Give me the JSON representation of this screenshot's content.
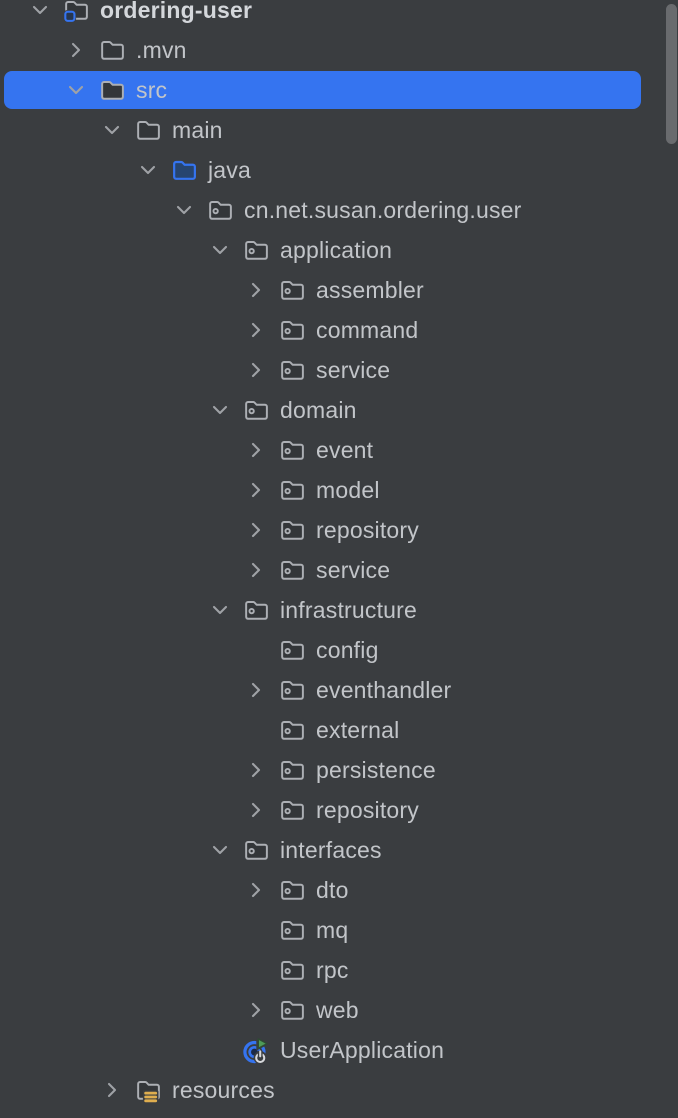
{
  "window": {
    "type": "ide-project-tree-panel"
  },
  "theme": {
    "background": "#3A3D40",
    "selection": "#3574F0",
    "text": "#C2C5C9",
    "text_bold": "#D4D7DB",
    "icon_grey": "#ACAFB4",
    "icon_fill": "#333639",
    "chevron_grey": "#9FA2A6",
    "accent_blue": "#3574F0",
    "sources_root_fill": "#27456F",
    "project_badge_fill": "#27364E",
    "resources_yellow": "#DFAE4F",
    "run_green": "#4E9B57",
    "run_green_border": "#2F4A33",
    "power_glyph": "#D7D9DC",
    "inner_ring_fill": "#1C2A47",
    "scrollbar": "#696B6E"
  },
  "tree": {
    "rows": [
      {
        "label": "ordering-user",
        "level": 0,
        "chevron": "down",
        "icon": "project-folder",
        "bold": true,
        "selected": false
      },
      {
        "label": ".mvn",
        "level": 1,
        "chevron": "right",
        "icon": "folder",
        "bold": false,
        "selected": false
      },
      {
        "label": "src",
        "level": 1,
        "chevron": "down",
        "icon": "folder",
        "bold": false,
        "selected": true
      },
      {
        "label": "main",
        "level": 2,
        "chevron": "down",
        "icon": "folder",
        "bold": false,
        "selected": false
      },
      {
        "label": "java",
        "level": 3,
        "chevron": "down",
        "icon": "sources-root",
        "bold": false,
        "selected": false
      },
      {
        "label": "cn.net.susan.ordering.user",
        "level": 4,
        "chevron": "down",
        "icon": "package",
        "bold": false,
        "selected": false
      },
      {
        "label": "application",
        "level": 5,
        "chevron": "down",
        "icon": "package",
        "bold": false,
        "selected": false
      },
      {
        "label": "assembler",
        "level": 6,
        "chevron": "right",
        "icon": "package",
        "bold": false,
        "selected": false
      },
      {
        "label": "command",
        "level": 6,
        "chevron": "right",
        "icon": "package",
        "bold": false,
        "selected": false
      },
      {
        "label": "service",
        "level": 6,
        "chevron": "right",
        "icon": "package",
        "bold": false,
        "selected": false
      },
      {
        "label": "domain",
        "level": 5,
        "chevron": "down",
        "icon": "package",
        "bold": false,
        "selected": false
      },
      {
        "label": "event",
        "level": 6,
        "chevron": "right",
        "icon": "package",
        "bold": false,
        "selected": false
      },
      {
        "label": "model",
        "level": 6,
        "chevron": "right",
        "icon": "package",
        "bold": false,
        "selected": false
      },
      {
        "label": "repository",
        "level": 6,
        "chevron": "right",
        "icon": "package",
        "bold": false,
        "selected": false
      },
      {
        "label": "service",
        "level": 6,
        "chevron": "right",
        "icon": "package",
        "bold": false,
        "selected": false
      },
      {
        "label": "infrastructure",
        "level": 5,
        "chevron": "down",
        "icon": "package",
        "bold": false,
        "selected": false
      },
      {
        "label": "config",
        "level": 6,
        "chevron": "none",
        "icon": "package",
        "bold": false,
        "selected": false
      },
      {
        "label": "eventhandler",
        "level": 6,
        "chevron": "right",
        "icon": "package",
        "bold": false,
        "selected": false
      },
      {
        "label": "external",
        "level": 6,
        "chevron": "none",
        "icon": "package",
        "bold": false,
        "selected": false
      },
      {
        "label": "persistence",
        "level": 6,
        "chevron": "right",
        "icon": "package",
        "bold": false,
        "selected": false
      },
      {
        "label": "repository",
        "level": 6,
        "chevron": "right",
        "icon": "package",
        "bold": false,
        "selected": false
      },
      {
        "label": "interfaces",
        "level": 5,
        "chevron": "down",
        "icon": "package",
        "bold": false,
        "selected": false
      },
      {
        "label": "dto",
        "level": 6,
        "chevron": "right",
        "icon": "package",
        "bold": false,
        "selected": false
      },
      {
        "label": "mq",
        "level": 6,
        "chevron": "none",
        "icon": "package",
        "bold": false,
        "selected": false
      },
      {
        "label": "rpc",
        "level": 6,
        "chevron": "none",
        "icon": "package",
        "bold": false,
        "selected": false
      },
      {
        "label": "web",
        "level": 6,
        "chevron": "right",
        "icon": "package",
        "bold": false,
        "selected": false
      },
      {
        "label": "UserApplication",
        "level": 5,
        "chevron": "none",
        "icon": "application-class",
        "bold": false,
        "selected": false
      },
      {
        "label": "resources",
        "level": 2,
        "chevron": "right",
        "icon": "resources-root",
        "bold": false,
        "selected": false
      }
    ]
  },
  "scrollbar": {
    "visible": true,
    "position": "top-right"
  }
}
